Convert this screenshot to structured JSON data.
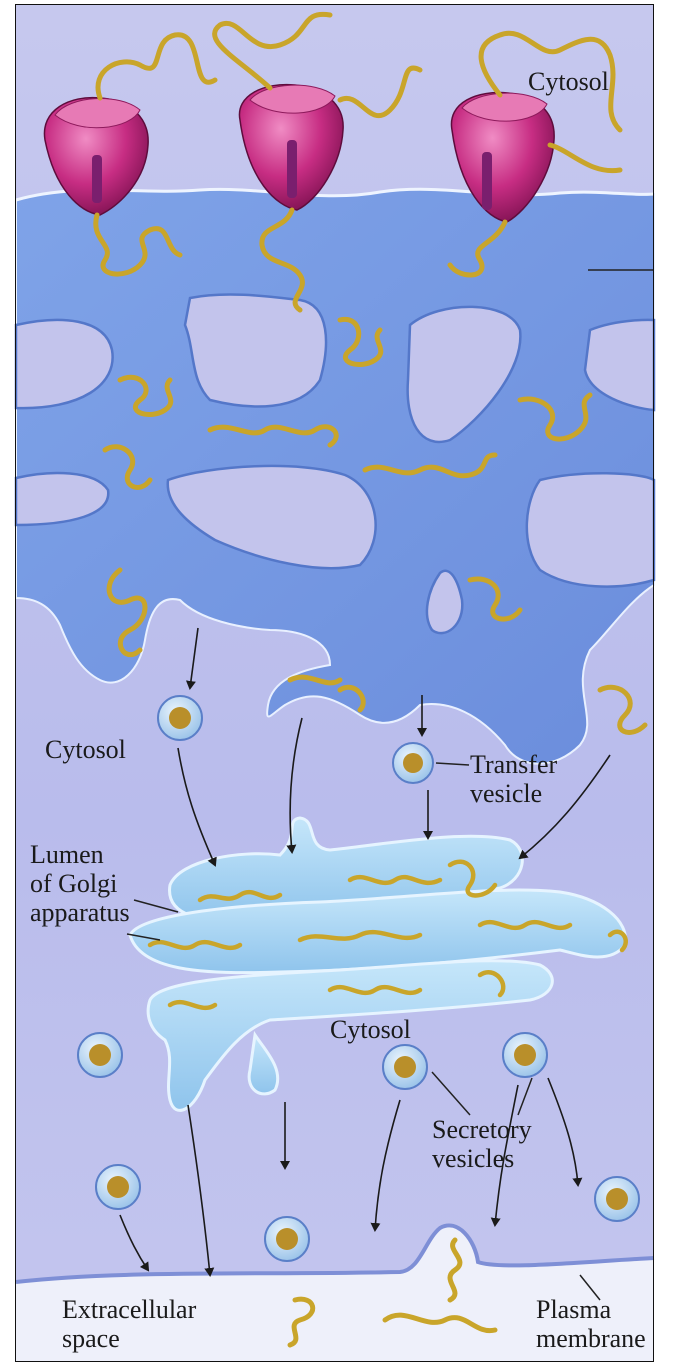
{
  "labels": {
    "cytosol_top": "Cytosol",
    "cytosol_mid": "Cytosol",
    "transfer_vesicle": "Transfer\nvesicle",
    "lumen_golgi": "Lumen\nof Golgi\napparatus",
    "cytosol_golgi": "Cytosol",
    "secretory_vesicles": "Secretory\nvesicles",
    "extracellular_space": "Extracellular\nspace",
    "plasma_membrane": "Plasma\nmembrane"
  },
  "colors": {
    "cytosol": "#c3c4ec",
    "er": "#7e9ee3",
    "er_dark": "#5b7fd2",
    "golgi": "#a6d3f1",
    "ribosome": "#c02a7c",
    "protein": "#c9a52a",
    "vesicle": "#c9e0f6",
    "extracellular": "#eef0fa"
  }
}
